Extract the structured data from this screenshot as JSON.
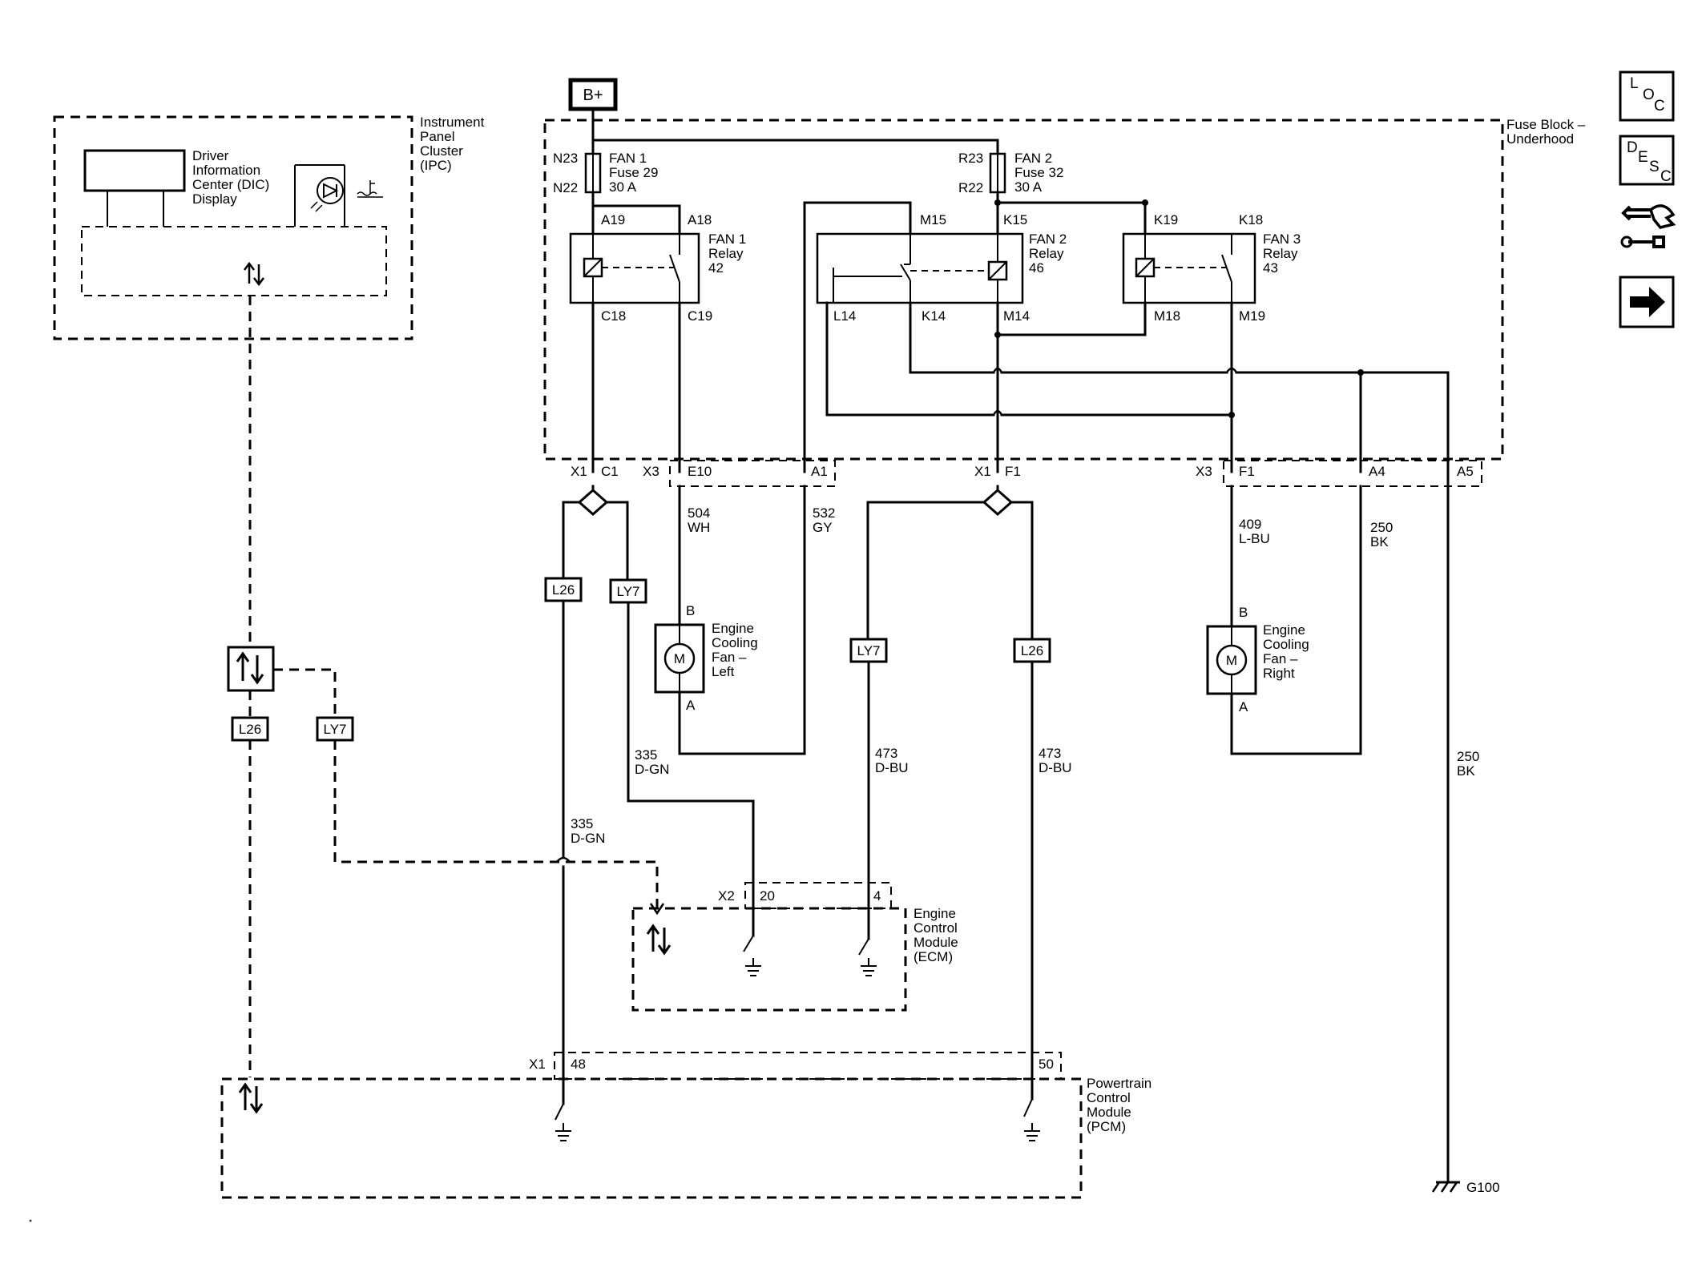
{
  "power": {
    "label": "B+"
  },
  "ipc": {
    "module_label": [
      "Instrument",
      "Panel",
      "Cluster",
      "(IPC)"
    ],
    "display_label": [
      "Driver",
      "Information",
      "Center (DIC)",
      "Display"
    ]
  },
  "fuse_block": {
    "label": [
      "Fuse Block –",
      "Underhood"
    ]
  },
  "fuses": [
    {
      "name": [
        "FAN 1",
        "Fuse 29",
        "30 A"
      ],
      "pin_top": "N23",
      "pin_bottom": "N22"
    },
    {
      "name": [
        "FAN 2",
        "Fuse 32",
        "30 A"
      ],
      "pin_top": "R23",
      "pin_bottom": "R22"
    }
  ],
  "relays": [
    {
      "name": [
        "FAN 1",
        "Relay",
        "42"
      ],
      "pins": [
        "A19",
        "A18",
        "C18",
        "C19"
      ]
    },
    {
      "name": [
        "FAN 2",
        "Relay",
        "46"
      ],
      "pins": [
        "M15",
        "K15",
        "L14",
        "K14",
        "M14"
      ]
    },
    {
      "name": [
        "FAN 3",
        "Relay",
        "43"
      ],
      "pins": [
        "K19",
        "K18",
        "M18",
        "M19"
      ]
    }
  ],
  "connectors": {
    "x1_c1": [
      "X1",
      "C1"
    ],
    "x3_e10": [
      "X3",
      "E10"
    ],
    "a1": "A1",
    "x1_f1": [
      "X1",
      "F1"
    ],
    "x3_f1": [
      "X3",
      "F1"
    ],
    "a4": "A4",
    "a5": "A5",
    "ecm_x2": [
      "X2",
      "20",
      "4"
    ],
    "pcm_x1": [
      "X1",
      "48",
      "50"
    ]
  },
  "wires": {
    "w504": [
      "504",
      "WH"
    ],
    "w532": [
      "532",
      "GY"
    ],
    "w409": [
      "409",
      "L-BU"
    ],
    "w250a": [
      "250",
      "BK"
    ],
    "w250b": [
      "250",
      "BK"
    ],
    "w335a": [
      "335",
      "D-GN"
    ],
    "w335b": [
      "335",
      "D-GN"
    ],
    "w473a": [
      "473",
      "D-BU"
    ],
    "w473b": [
      "473",
      "D-BU"
    ]
  },
  "motors": {
    "left": {
      "symbol": "M",
      "pin_top": "B",
      "pin_bottom": "A",
      "label": [
        "Engine",
        "Cooling",
        "Fan –",
        "Left"
      ]
    },
    "right": {
      "symbol": "M",
      "pin_top": "B",
      "pin_bottom": "A",
      "label": [
        "Engine",
        "Cooling",
        "Fan –",
        "Right"
      ]
    }
  },
  "tags": {
    "l26": "L26",
    "ly7": "LY7"
  },
  "ecm": {
    "label": [
      "Engine",
      "Control",
      "Module",
      "(ECM)"
    ]
  },
  "pcm": {
    "label": [
      "Powertrain",
      "Control",
      "Module",
      "(PCM)"
    ]
  },
  "ground": {
    "label": "G100"
  },
  "side_icons": [
    {
      "name": "loc-icon",
      "letters": [
        "L",
        "O",
        "C"
      ]
    },
    {
      "name": "desc-icon",
      "letters": [
        "D",
        "E",
        "S",
        "C"
      ]
    },
    {
      "name": "connector-icon"
    },
    {
      "name": "arrow-right-icon"
    }
  ]
}
